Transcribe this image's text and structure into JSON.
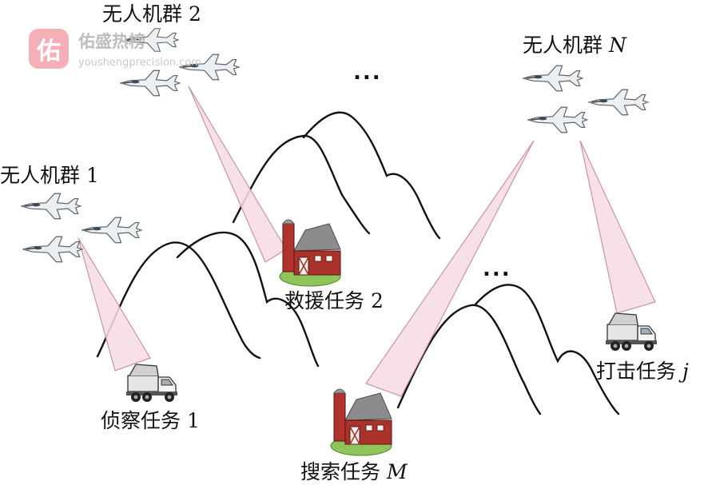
{
  "watermark": {
    "logo_char": "佑",
    "name": "佑盛热榜",
    "url": "youshengprecision.com"
  },
  "groups": [
    {
      "cn": "无人机群 ",
      "var": "1",
      "italic": false
    },
    {
      "cn": "无人机群 ",
      "var": "2",
      "italic": false
    },
    {
      "cn": "无人机群 ",
      "var": "N",
      "italic": true
    }
  ],
  "missions": [
    {
      "cn": "侦察任务 ",
      "var": "1",
      "italic": false
    },
    {
      "cn": "救援任务 ",
      "var": "2",
      "italic": false
    },
    {
      "cn": "搜索任务 ",
      "var": "M",
      "italic": true
    },
    {
      "cn": "打击任务 ",
      "var": "j",
      "italic": true
    }
  ],
  "ellipsis": [
    "...",
    "..."
  ],
  "colors": {
    "beam_fill": "#f7dde3",
    "beam_stroke": "#c9959f",
    "mountain": "#111111",
    "barn": "#a9332a",
    "roof": "#8a8a8a",
    "grass": "#8ec45a",
    "truck": "#f2f2f2"
  },
  "icons": [
    "jet-aircraft-icon",
    "barn-icon",
    "dump-truck-icon"
  ]
}
